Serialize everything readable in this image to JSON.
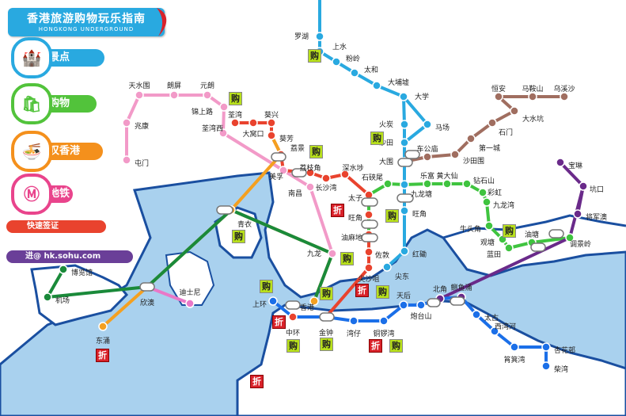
{
  "title": {
    "main": "香港旅游购物玩乐指南",
    "sub": "HONGKONG UNDERGROUND"
  },
  "categories": [
    {
      "label": "景点",
      "color": "#29a9e0",
      "icon": "scenic-building-icon",
      "glyph": "🏰"
    },
    {
      "label": "购物",
      "color": "#52c33b",
      "icon": "shopping-bag-icon",
      "glyph": "🛍"
    },
    {
      "label": "叹香港",
      "color": "#f4901c",
      "icon": "dining-icon",
      "glyph": "🍜"
    },
    {
      "label": "地铁",
      "color": "#e9448c",
      "icon": "metro-icon",
      "glyph": "Ⓜ"
    }
  ],
  "visa_label": "快速签证",
  "website_label": "进@ hk.sohu.com",
  "badges": {
    "shop": "购",
    "discount": "折"
  },
  "colors": {
    "sea": "#a9d1ee",
    "coast": "#1a4fa0",
    "east_rail": "#29a9e0",
    "tsuen_wan": "#e9432e",
    "kwun_tong": "#3fc43f",
    "island": "#1b6fe8",
    "tung_chung": "#f4a020",
    "airport_express": "#1a8a3a",
    "disney": "#e978c8",
    "west_rail": "#f29ac8",
    "ma_on_shan": "#a06e60",
    "tseung_kwan_o": "#6a2a8a",
    "tuen_ma": "#e978c8"
  },
  "stations": [
    {
      "id": "lowu",
      "name": "罗湖"
    },
    {
      "id": "sheungshui",
      "name": "上水"
    },
    {
      "id": "fanling",
      "name": "粉岭"
    },
    {
      "id": "taiwo",
      "name": "太和"
    },
    {
      "id": "taipomarket",
      "name": "大埔墟"
    },
    {
      "id": "university",
      "name": "大学"
    },
    {
      "id": "fotan",
      "name": "火炭"
    },
    {
      "id": "racecourse",
      "name": "马场"
    },
    {
      "id": "shatin",
      "name": "沙田"
    },
    {
      "id": "taiwai",
      "name": "大围"
    },
    {
      "id": "kowloontong",
      "name": "九龙塘"
    },
    {
      "id": "mongkokeast",
      "name": "旺角"
    },
    {
      "id": "hunghom",
      "name": "红磡"
    },
    {
      "id": "easttsimshatsui",
      "name": "尖东"
    },
    {
      "id": "tinshuiwai",
      "name": "天水围"
    },
    {
      "id": "longping",
      "name": "朗屏"
    },
    {
      "id": "yuenlong",
      "name": "元朗"
    },
    {
      "id": "siuhong",
      "name": "兆康"
    },
    {
      "id": "tuenmun",
      "name": "屯门"
    },
    {
      "id": "kamsheungroad",
      "name": "锦上路"
    },
    {
      "id": "tsuenwanwest",
      "name": "荃湾西"
    },
    {
      "id": "tsuenwan",
      "name": "荃湾"
    },
    {
      "id": "taiwohau",
      "name": "大窝口"
    },
    {
      "id": "kwaihing",
      "name": "葵兴"
    },
    {
      "id": "kwaifong",
      "name": "葵芳"
    },
    {
      "id": "laiking",
      "name": "荔景"
    },
    {
      "id": "meifoo",
      "name": "美孚"
    },
    {
      "id": "laichikok",
      "name": "荔枝角"
    },
    {
      "id": "cheungshawan",
      "name": "长沙湾"
    },
    {
      "id": "shamshuipo",
      "name": "深水埗"
    },
    {
      "id": "namcheong",
      "name": "南昌"
    },
    {
      "id": "princeedward",
      "name": "太子"
    },
    {
      "id": "mongkok",
      "name": "旺角"
    },
    {
      "id": "yaumatei",
      "name": "油麻地"
    },
    {
      "id": "jordan",
      "name": "佐敦"
    },
    {
      "id": "tsimshatsui",
      "name": "尖沙咀"
    },
    {
      "id": "shekkipmei",
      "name": "石硖尾"
    },
    {
      "id": "lokfu",
      "name": "乐富"
    },
    {
      "id": "wongtaisin",
      "name": "黄大仙"
    },
    {
      "id": "diamondhill",
      "name": "钻石山"
    },
    {
      "id": "choihung",
      "name": "彩虹"
    },
    {
      "id": "kowloonbay",
      "name": "九龙湾"
    },
    {
      "id": "ngautaukok",
      "name": "牛头角"
    },
    {
      "id": "kwuntong",
      "name": "观塘"
    },
    {
      "id": "lamtin",
      "name": "蓝田"
    },
    {
      "id": "yautong",
      "name": "油塘"
    },
    {
      "id": "tiukengleng",
      "name": "调景岭"
    },
    {
      "id": "hanghau",
      "name": "坑口"
    },
    {
      "id": "polam",
      "name": "宝琳"
    },
    {
      "id": "tseungkwano",
      "name": "将军澳"
    },
    {
      "id": "hangon",
      "name": "恒安"
    },
    {
      "id": "maonshan",
      "name": "马鞍山"
    },
    {
      "id": "wukaisha",
      "name": "乌溪沙"
    },
    {
      "id": "taishuihang",
      "name": "大水坑"
    },
    {
      "id": "shekmun",
      "name": "石门"
    },
    {
      "id": "citywonsmatch",
      "name": "第一城"
    },
    {
      "id": "shatinwai",
      "name": "沙田围"
    },
    {
      "id": "chekungtemple",
      "name": "车公庙"
    },
    {
      "id": "tsingyi",
      "name": "青衣"
    },
    {
      "id": "kowloon",
      "name": "九龙"
    },
    {
      "id": "hongkong",
      "name": "香港"
    },
    {
      "id": "sunnybay",
      "name": "欣澳"
    },
    {
      "id": "disneyland",
      "name": "迪士尼"
    },
    {
      "id": "tungchung",
      "name": "东涌"
    },
    {
      "id": "airport",
      "name": "机场"
    },
    {
      "id": "asiaworldexpo",
      "name": "博览馆"
    },
    {
      "id": "sheungwan",
      "name": "上环"
    },
    {
      "id": "central",
      "name": "中环"
    },
    {
      "id": "admiralty",
      "name": "金钟"
    },
    {
      "id": "wanchai",
      "name": "湾仔"
    },
    {
      "id": "causewaybay",
      "name": "铜锣湾"
    },
    {
      "id": "tinhau",
      "name": "天后"
    },
    {
      "id": "fortresshill",
      "name": "炮台山"
    },
    {
      "id": "northpoint",
      "name": "北角"
    },
    {
      "id": "quarrybay",
      "name": "鲗鱼涌"
    },
    {
      "id": "taikoo",
      "name": "太古"
    },
    {
      "id": "saiwanho",
      "name": "西湾河"
    },
    {
      "id": "shaukeiwan",
      "name": "筲箕湾"
    },
    {
      "id": "hengfachuen",
      "name": "杏花邨"
    },
    {
      "id": "chaiwan",
      "name": "柴湾"
    }
  ]
}
